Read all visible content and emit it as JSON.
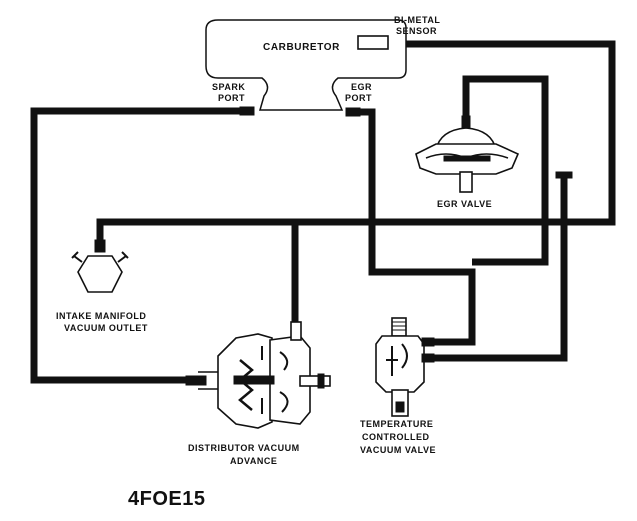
{
  "labels": {
    "carburetor": "CARBURETOR",
    "bimetal_line1": "BI-METAL",
    "bimetal_line2": "SENSOR",
    "spark_line1": "SPARK",
    "spark_line2": "PORT",
    "egr_port_line1": "EGR",
    "egr_port_line2": "PORT",
    "egr_valve": "EGR VALVE",
    "intake_line1": "INTAKE MANIFOLD",
    "intake_line2": "VACUUM OUTLET",
    "distributor_line1": "DISTRIBUTOR VACUUM",
    "distributor_line2": "ADVANCE",
    "tcvv_line1": "TEMPERATURE",
    "tcvv_line2": "CONTROLLED",
    "tcvv_line3": "VACUUM VALVE"
  },
  "figure_code": "4FOE15"
}
